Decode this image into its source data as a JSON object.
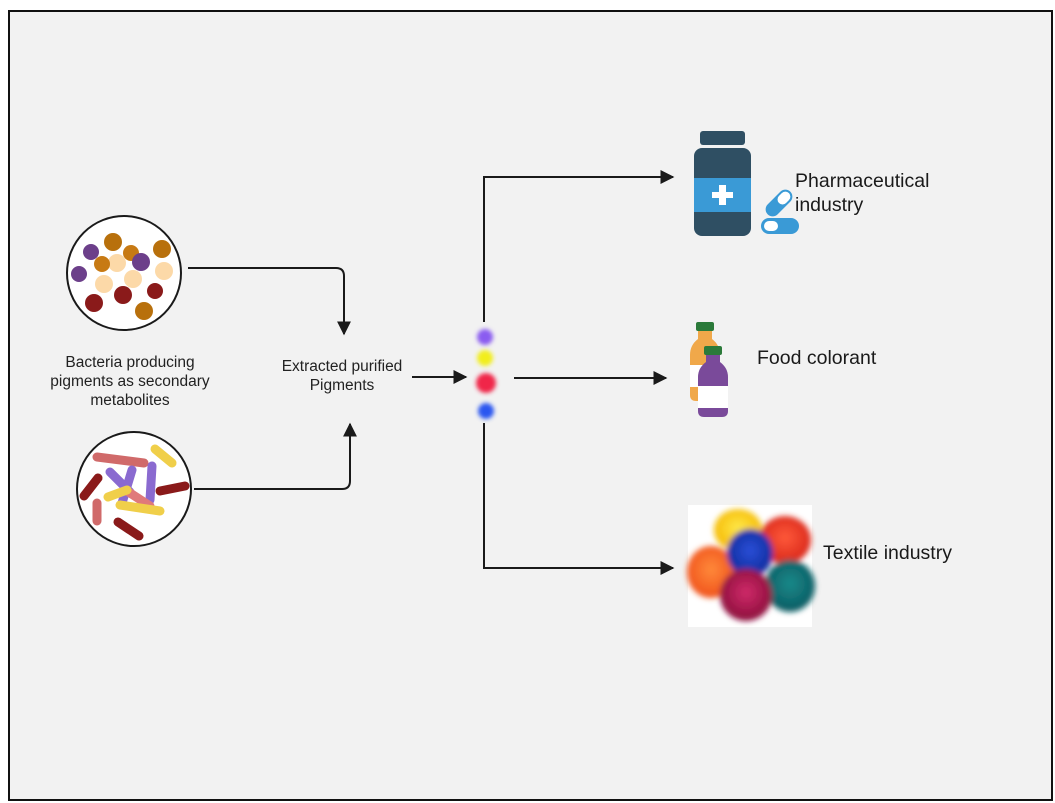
{
  "source": {
    "caption_line1": "Bacteria producing",
    "caption_line2": "pigments as secondary",
    "caption_line3": "metabolites"
  },
  "center": {
    "label_line1": "Extracted purified",
    "label_line2": "Pigments"
  },
  "pigment_colors": [
    "#8a5cf0",
    "#f2ee1c",
    "#f0284a",
    "#2a56f0"
  ],
  "outputs": {
    "pharma_line1": "Pharmaceutical",
    "pharma_line2": "industry",
    "food": "Food colorant",
    "textile": "Textile industry"
  },
  "icons": {
    "cocci_dish": "petri-dish-cocci-icon",
    "rods_dish": "petri-dish-rods-icon",
    "pharma": "medicine-bottle-pills-icon",
    "food": "juice-bottles-icon",
    "textile": "dye-powder-piles-icon"
  }
}
